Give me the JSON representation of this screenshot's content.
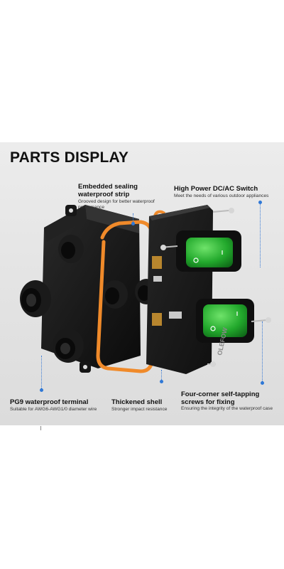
{
  "title": "PARTS DISPLAY",
  "brand_mark": "OLEFOW",
  "colors": {
    "accent": "#2f78d6",
    "gasket": "#f08a2a",
    "switch_green": "#2fbf3a",
    "housing": "#141414"
  },
  "labels": {
    "sealing_strip": {
      "heading": "Embedded sealing waterproof strip",
      "sub": "Grooved design for better waterproof performance"
    },
    "switch": {
      "heading": "High Power DC/AC Switch",
      "sub": "Meet the needs of various outdoor appliances"
    },
    "terminal": {
      "heading": "PG9 waterproof terminal",
      "sub": "Suitable for AWG6-AWG1/0 diameter wire"
    },
    "shell": {
      "heading": "Thickened shell",
      "sub": "Stronger impact resistance"
    },
    "screws": {
      "heading": "Four-corner self-tapping screws for fixing",
      "sub": "Ensuring the integrity of the waterproof case"
    }
  }
}
